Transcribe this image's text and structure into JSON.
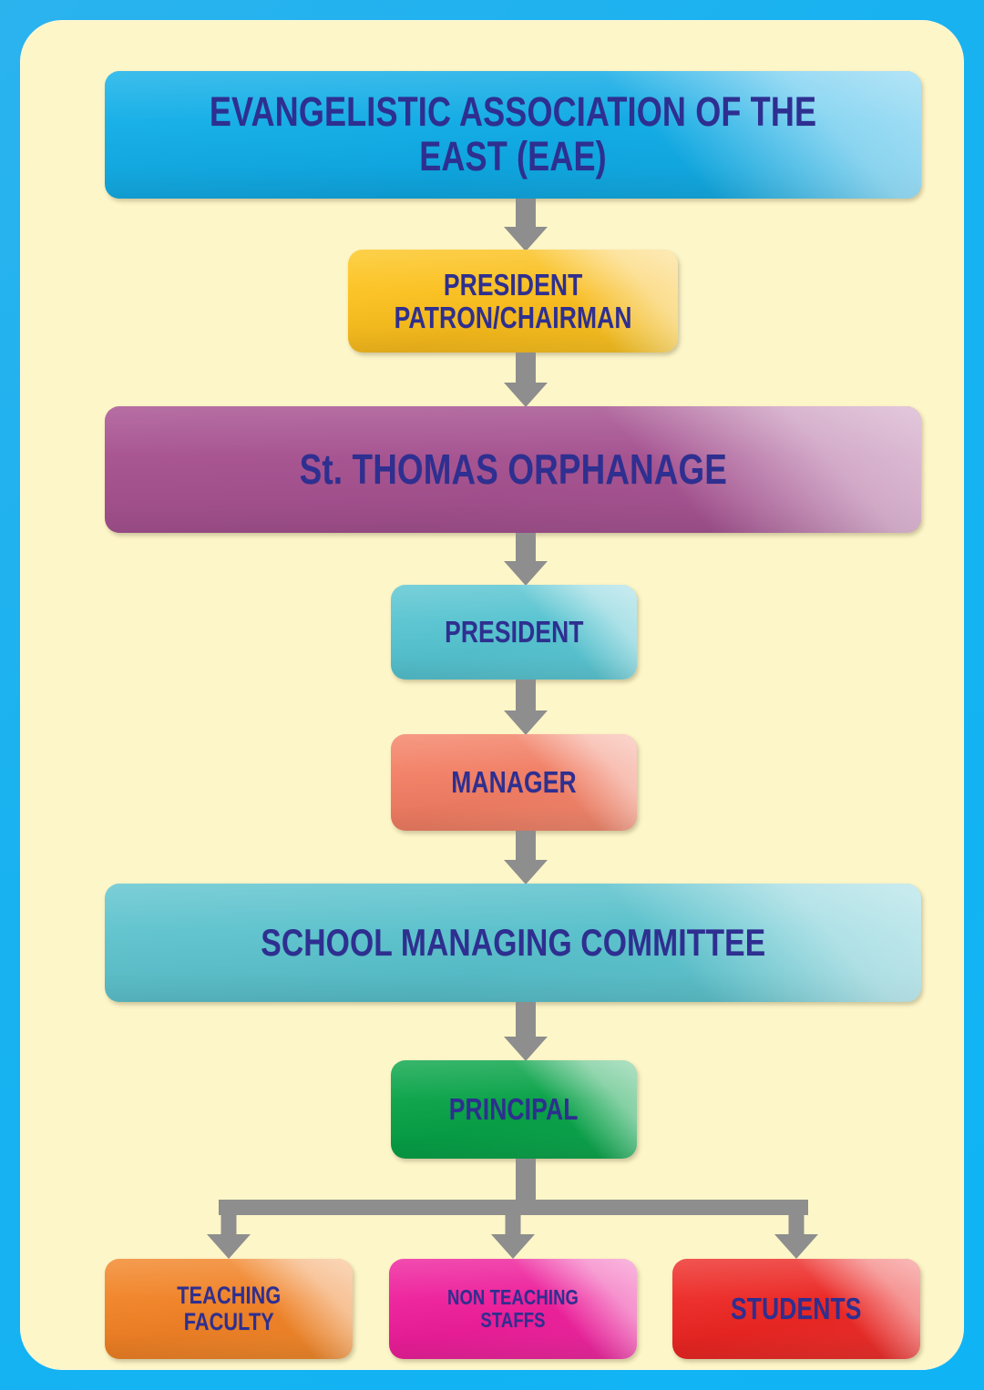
{
  "page": {
    "title": "St. Thomas Orphanage Organizational Structure Chart",
    "background_color": "#fdf6c8",
    "frame_color": "#17b1e8",
    "text_color": "#2e2f90",
    "connector_color": "#8e8e8e"
  },
  "chart_data": {
    "type": "diagram",
    "diagram_kind": "organizational-hierarchy-flowchart",
    "orientation": "top-down",
    "nodes": [
      {
        "id": "eae",
        "label": "EVANGELISTIC ASSOCIATION OF THE EAST   (EAE)",
        "level": 1,
        "color": "#17b1e8",
        "width": "full"
      },
      {
        "id": "president-patron",
        "label": "PRESIDENT\nPATRON/CHAIRMAN",
        "level": 2,
        "color": "#fdc827",
        "width": "medium"
      },
      {
        "id": "orphanage",
        "label": "St. THOMAS ORPHANAGE",
        "level": 3,
        "color": "#a85391",
        "width": "full"
      },
      {
        "id": "president",
        "label": "PRESIDENT",
        "level": 4,
        "color": "#5fc7d2",
        "width": "small"
      },
      {
        "id": "manager",
        "label": "MANAGER",
        "level": 5,
        "color": "#f4866c",
        "width": "small"
      },
      {
        "id": "smc",
        "label": "SCHOOL MANAGING COMMITTEE",
        "level": 6,
        "color": "#63c5cf",
        "width": "full"
      },
      {
        "id": "principal",
        "label": "PRINCIPAL",
        "level": 7,
        "color": "#12a84f",
        "width": "small"
      },
      {
        "id": "teaching",
        "label": "TEACHING\nFACULTY",
        "level": 8,
        "color": "#f2892e",
        "width": "small"
      },
      {
        "id": "nonteaching",
        "label": "NON TEACHING\nSTAFFS",
        "level": 8,
        "color": "#ef29a0",
        "width": "small"
      },
      {
        "id": "students",
        "label": "STUDENTS",
        "level": 8,
        "color": "#ee3430",
        "width": "small"
      }
    ],
    "edges": [
      {
        "from": "eae",
        "to": "president-patron",
        "style": "arrow-down"
      },
      {
        "from": "president-patron",
        "to": "orphanage",
        "style": "arrow-down"
      },
      {
        "from": "orphanage",
        "to": "president",
        "style": "arrow-down"
      },
      {
        "from": "president",
        "to": "manager",
        "style": "arrow-down"
      },
      {
        "from": "manager",
        "to": "smc",
        "style": "arrow-down"
      },
      {
        "from": "smc",
        "to": "principal",
        "style": "arrow-down"
      },
      {
        "from": "principal",
        "to": "teaching",
        "style": "branch-arrow-down"
      },
      {
        "from": "principal",
        "to": "nonteaching",
        "style": "branch-arrow-down"
      },
      {
        "from": "principal",
        "to": "students",
        "style": "branch-arrow-down"
      }
    ]
  },
  "boxes": {
    "eae": {
      "label": "EVANGELISTIC ASSOCIATION OF THE EAST   (EAE)"
    },
    "president_patron": {
      "label": "PRESIDENT\nPATRON/CHAIRMAN"
    },
    "orphanage": {
      "label": "St. THOMAS ORPHANAGE"
    },
    "president": {
      "label": "PRESIDENT"
    },
    "manager": {
      "label": "MANAGER"
    },
    "smc": {
      "label": "SCHOOL MANAGING COMMITTEE"
    },
    "principal": {
      "label": "PRINCIPAL"
    },
    "teaching": {
      "label": "TEACHING\nFACULTY"
    },
    "nonteaching": {
      "label": "NON TEACHING\nSTAFFS"
    },
    "students": {
      "label": "STUDENTS"
    }
  }
}
